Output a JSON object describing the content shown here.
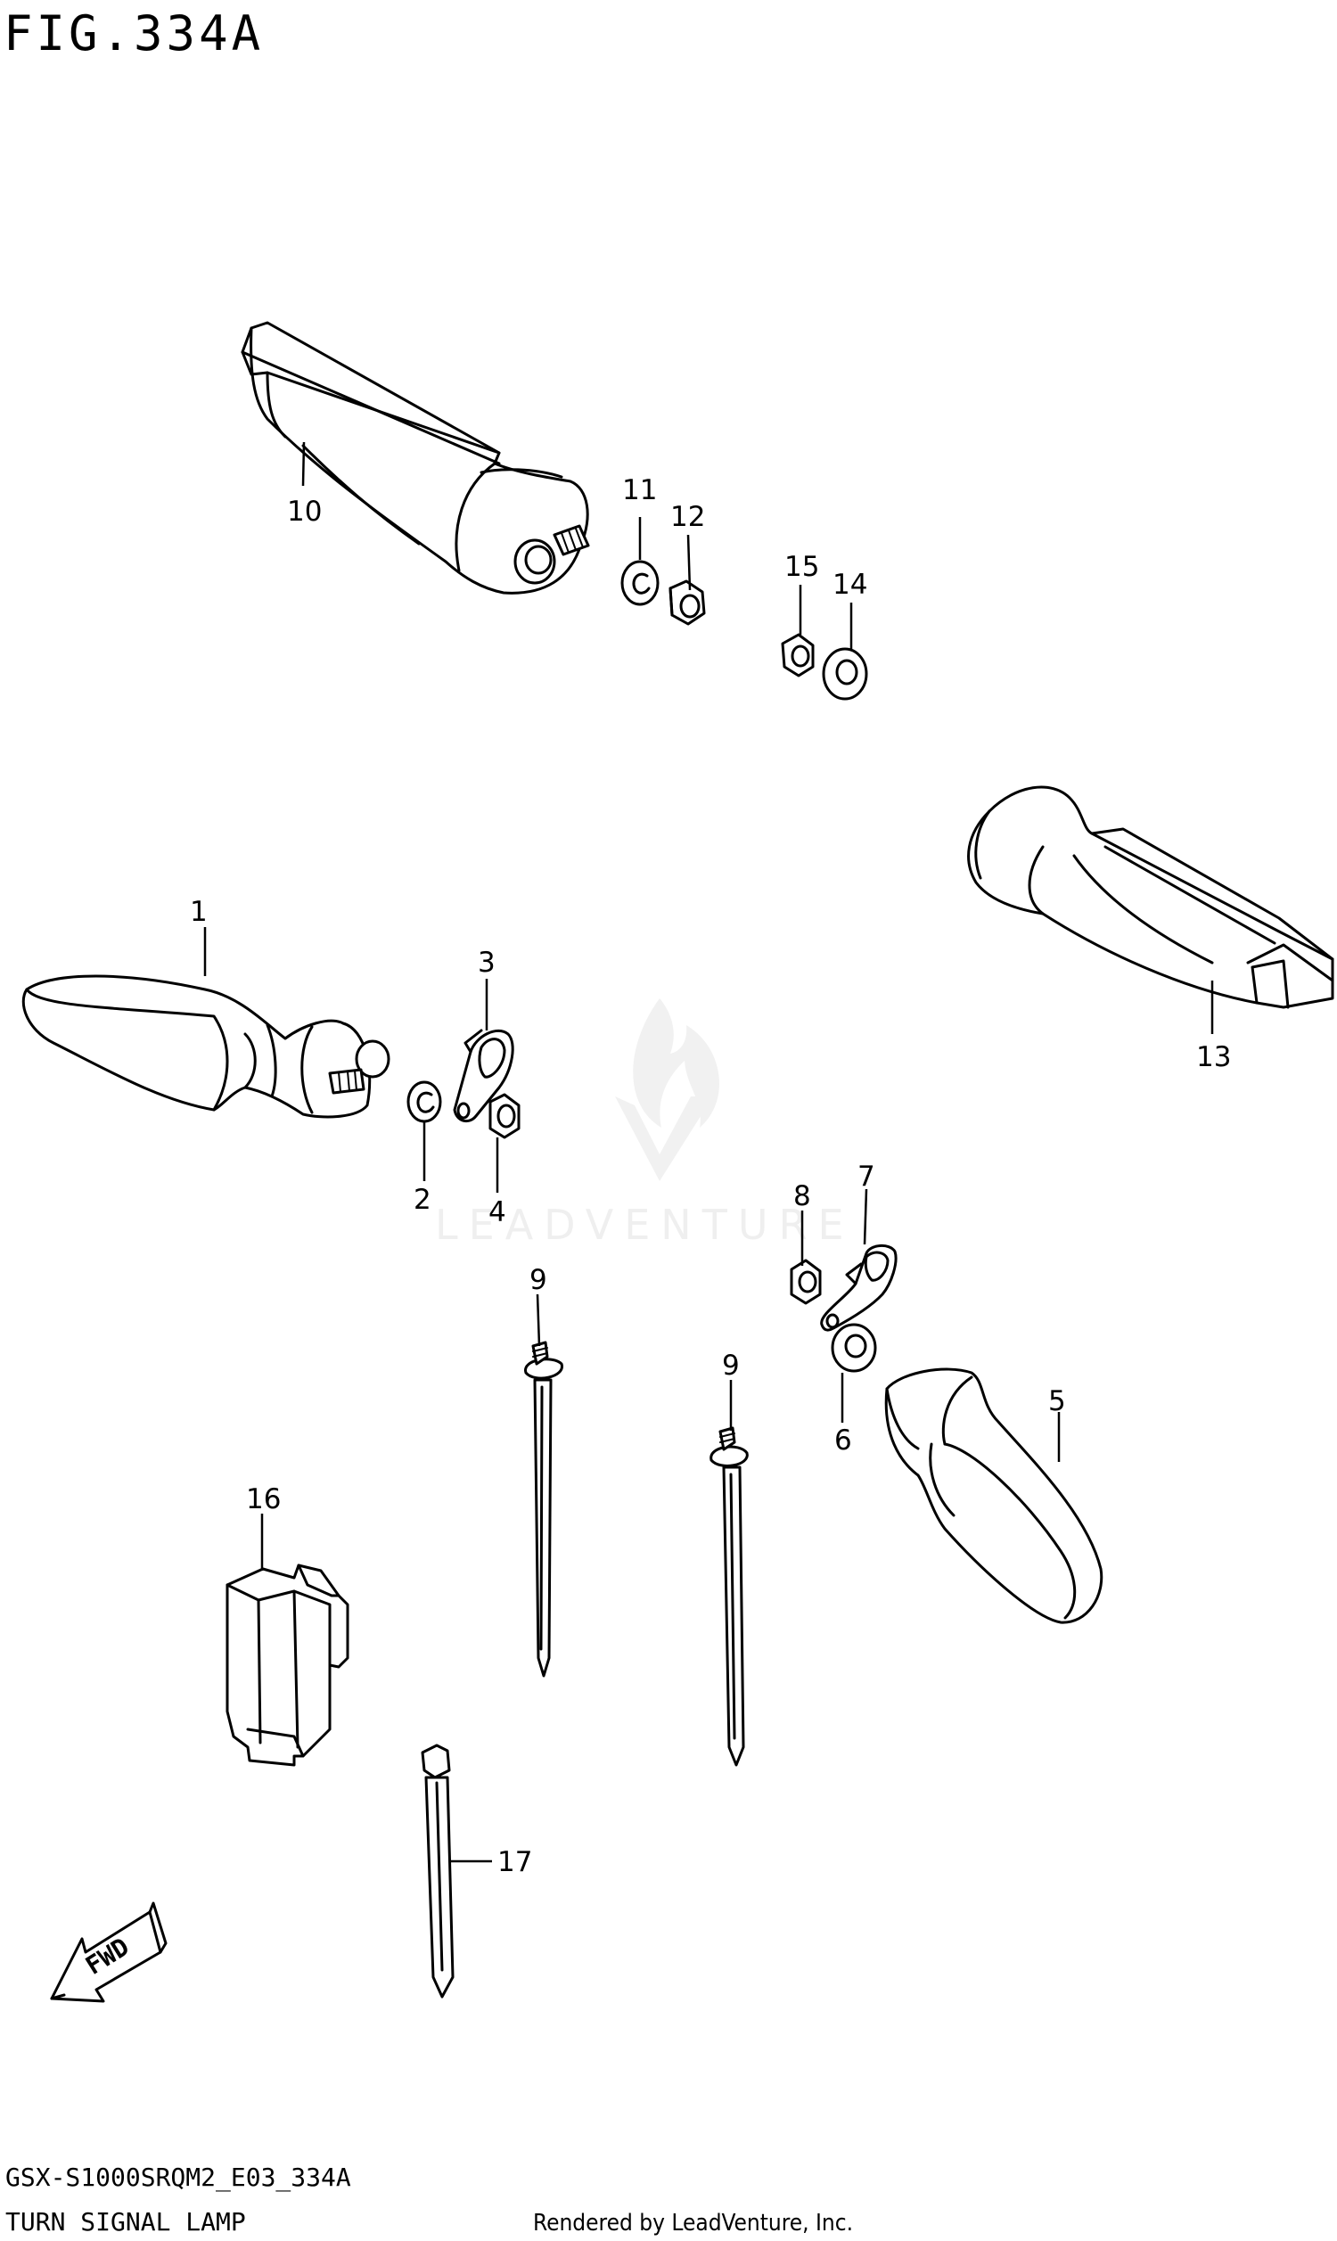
{
  "figure": {
    "title": "FIG.334A",
    "code": "GSX-S1000SRQM2_E03_334A",
    "name": "TURN SIGNAL LAMP",
    "rendered_by": "Rendered by LeadVenture, Inc.",
    "watermark": "LEADVENTURE",
    "fwd_label": "FWD"
  },
  "callouts": [
    {
      "label": "1"
    },
    {
      "label": "2"
    },
    {
      "label": "3"
    },
    {
      "label": "4"
    },
    {
      "label": "5"
    },
    {
      "label": "6"
    },
    {
      "label": "7"
    },
    {
      "label": "8"
    },
    {
      "label": "9"
    },
    {
      "label": "9"
    },
    {
      "label": "10"
    },
    {
      "label": "11"
    },
    {
      "label": "12"
    },
    {
      "label": "13"
    },
    {
      "label": "14"
    },
    {
      "label": "15"
    },
    {
      "label": "16"
    },
    {
      "label": "17"
    }
  ]
}
